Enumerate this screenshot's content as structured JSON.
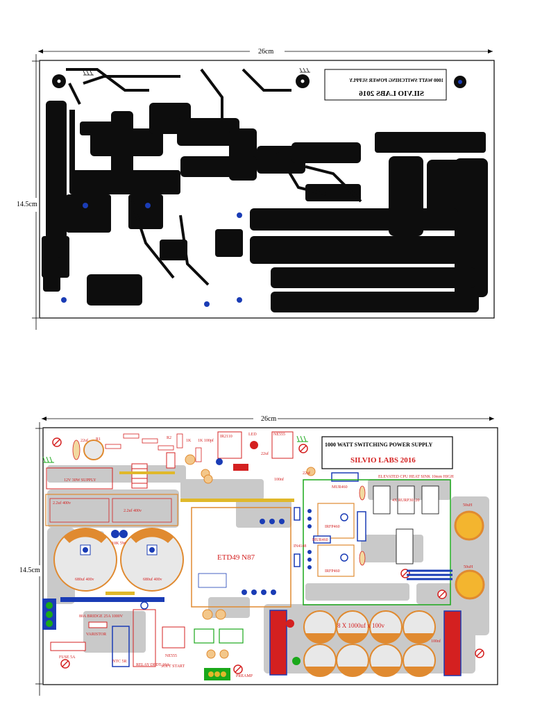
{
  "dimensions": {
    "width": "26cm",
    "height": "14.5cm"
  },
  "top_board": {
    "title_mirrored": "1000 WATT SWITCHING POWER SUPPLY",
    "brand_mirrored": "SILVIO LABS 2016"
  },
  "bottom_board": {
    "title": "1000 WATT SWITCHING POWER SUPPLY",
    "brand": "SILVIO LABS 2016",
    "labels": {
      "supply12v": "12V 30W SUPPLY",
      "cap_22uf_a": "22uf",
      "r1": "R1",
      "r2": "R2",
      "r1k": "1K",
      "r1k_100": "1K 100pf",
      "ir2110": "IR2110",
      "led": "LED",
      "ne555_top": "NE555",
      "cap_22uf_b": "22uf",
      "cap_100nf": "100nf",
      "cap_22uf_c": "22uf",
      "mur460": "MUR460",
      "elevated_heatsink": "ELEVATED CPU HEAT SINK 10mm HIGH",
      "caps_22uf_400v_a": "2.2uf 400v",
      "caps_22uf_400v_b": "2.2uf 400v",
      "rk": "10K 5W",
      "cap_680uf_a": "680uf 400v",
      "cap_680uf_b": "680uf 400v",
      "transformer": "ETD49 N87",
      "irfp460_a": "IRFP460",
      "irfp460_b": "IRFP460",
      "mur460_b": "MUR460",
      "in4148": "IN4148",
      "diodes": "4X RURP30120",
      "ind_a": "50uH",
      "ind_b": "50uH",
      "bridge": "80A BRIDGE 25A 1000V",
      "varistor": "VARISTOR",
      "fuse": "FUSE 5A",
      "ntc": "NTC 5R",
      "relay": "RELAY DPDT 10A",
      "ne555_bottom": "NE555",
      "soft_start": "SOFT START",
      "preamp": "PREAMP",
      "caps_bank": "8 X 1000uf x 100v",
      "cap_100nf_out": "100nf"
    }
  }
}
